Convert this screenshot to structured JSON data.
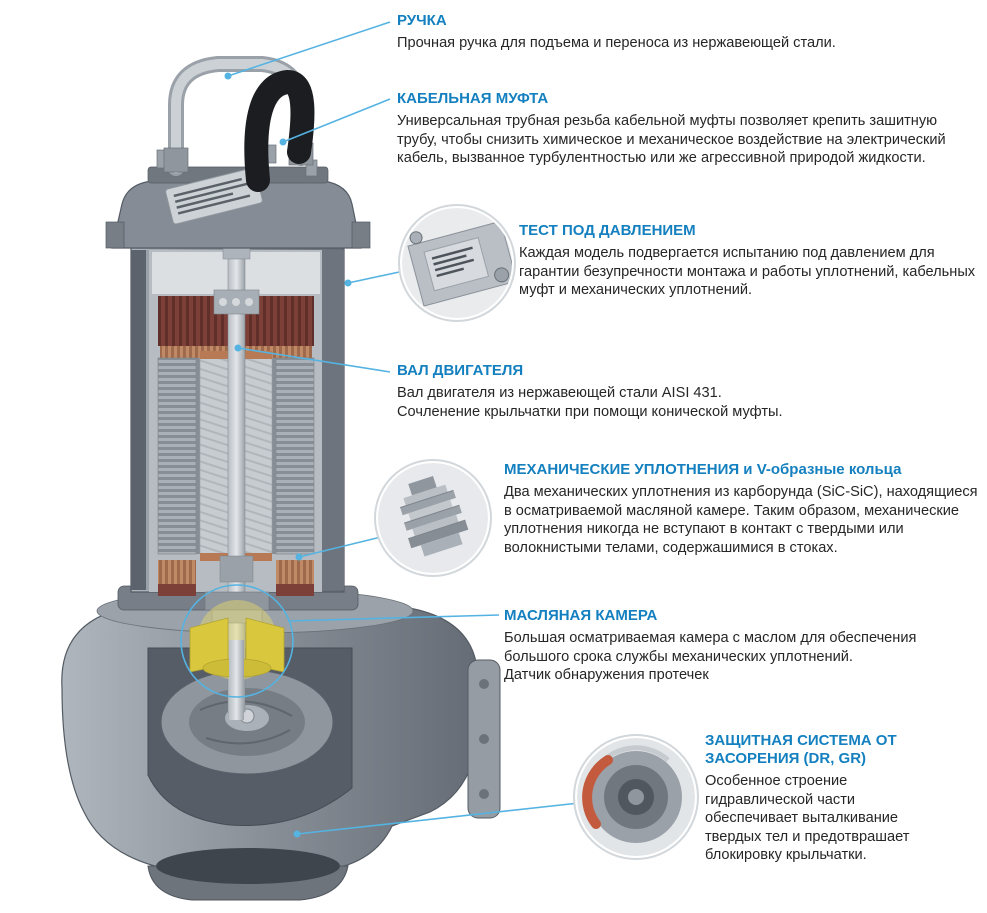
{
  "diagram": {
    "subject": "submersible-sewage-pump-cutaway",
    "colors": {
      "accent_blue": "#1480bf",
      "callout_line_blue": "#55b3e2",
      "body_text": "#262626",
      "oil_highlight_yellow": "#d9c83e",
      "copper_winding": "#c08a66",
      "pump_gray": "#8b929a"
    },
    "callouts": [
      {
        "id": "handle",
        "title": "РУЧКА",
        "body": "Прочная ручка для подъема и переноса из нержавеющей стали."
      },
      {
        "id": "cable-gland",
        "title": "КАБЕЛЬНАЯ МУФТА",
        "body": "Универсальная трубная резьба кабельной муфты позволяет крепить зашитную трубу, чтобы снизить химическое и механическое воздействие на электрический кабель, вызванное турбулентностью или же агрессивной природой жидкости."
      },
      {
        "id": "pressure-test",
        "title": "ТЕСТ ПОД ДАВЛЕНИЕМ",
        "body": "Каждая модель подвергается испытанию под давлением для гарантии безупречности монтажа и работы уплотнений, кабельных муфт и механических уплотнений."
      },
      {
        "id": "motor-shaft",
        "title": "ВАЛ ДВИГАТЕЛЯ",
        "body": "Вал двигателя из нержавеющей стали AISI 431.\nСочленение крыльчатки при помощи конической муфты."
      },
      {
        "id": "mechanical-seals",
        "title": "МЕХАНИЧЕСКИЕ УПЛОТНЕНИЯ и V-образные кольца",
        "body": "Два механических уплотнения из карборунда (SiC-SiC), находящиеся в осматриваемой масляной камере. Таким образом, механические уплотнения никогда не вступают в контакт с твердыми или волокнистыми телами, содержашимися в стоках."
      },
      {
        "id": "oil-chamber",
        "title": "МАСЛЯНАЯ КАМЕРА",
        "body": "Большая осматриваемая камера с маслом для обеспечения большого срока службы механических уплотнений.\nДатчик обнаружения протечек"
      },
      {
        "id": "anti-clog-system",
        "title": "ЗАЩИТНАЯ СИСТЕМА ОТ ЗАСОРЕНИЯ (DR, GR)",
        "body": "Особенное строение гидравлической части обеспечивает выталкивание твердых тел и предотврашает блокировку крыльчатки."
      }
    ]
  }
}
